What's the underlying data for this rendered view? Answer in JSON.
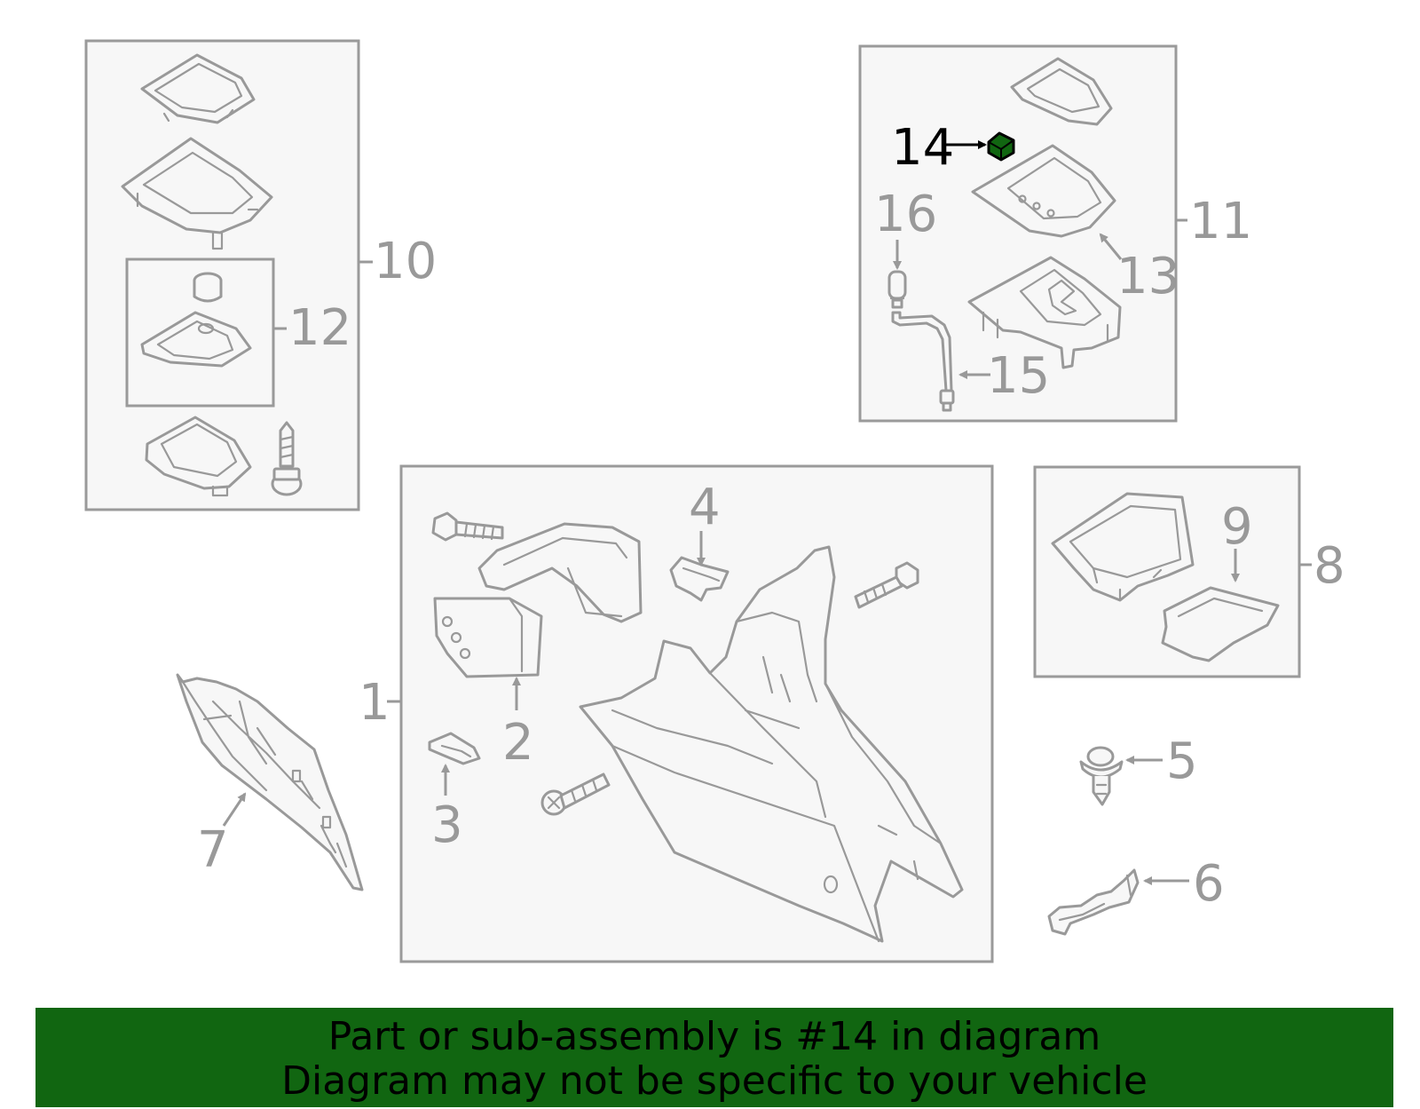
{
  "diagram": {
    "highlighted_part": "14",
    "colors": {
      "line": "#999999",
      "panel_fill": "#f7f7f7",
      "highlight": "#116611",
      "highlight_label": "#000000"
    },
    "callouts": [
      "1",
      "2",
      "3",
      "4",
      "5",
      "6",
      "7",
      "8",
      "9",
      "10",
      "11",
      "12",
      "13",
      "14",
      "15",
      "16"
    ]
  },
  "banner": {
    "line1": "Part or sub-assembly is #14 in diagram",
    "line2": "Diagram may not be specific to your vehicle",
    "background": "#116611"
  }
}
